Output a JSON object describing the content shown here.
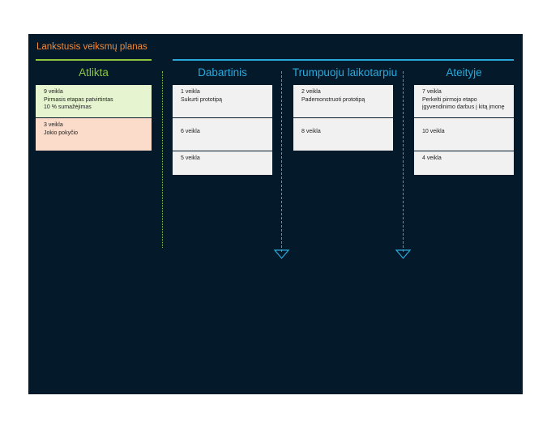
{
  "title": "Lankstusis veiksmų planas",
  "colors": {
    "title": "#f28a3a",
    "done": "#8dc63f",
    "accent": "#29a9dc",
    "background": "#041a2a"
  },
  "columns": {
    "done": {
      "label": "Atlikta",
      "cards": [
        {
          "task": "9 veikla",
          "line1": "Pirmasis etapas patvirtintas",
          "line2": "10 % sumažėjimas"
        },
        {
          "task": "3 veikla",
          "line1": "Jokio pokyčio"
        }
      ]
    },
    "current": {
      "label": "Dabartinis",
      "cards": [
        {
          "task": "1 veikla",
          "line1": "Sukurti prototipą"
        },
        {
          "task": "6 veikla"
        },
        {
          "task": "5 veikla"
        }
      ]
    },
    "short_term": {
      "label": "Trumpuoju laikotarpiu",
      "cards": [
        {
          "task": "2 veikla",
          "line1": "Pademonstruoti prototipą"
        },
        {
          "task": "8 veikla"
        }
      ]
    },
    "future": {
      "label": "Ateityje",
      "cards": [
        {
          "task": "7 veikla",
          "line1": "Perkelti pirmojo etapo",
          "line2": "įgyvendinimo darbus į kitą įmonę"
        },
        {
          "task": "10 veikla"
        },
        {
          "task": "4 veikla"
        }
      ]
    }
  }
}
